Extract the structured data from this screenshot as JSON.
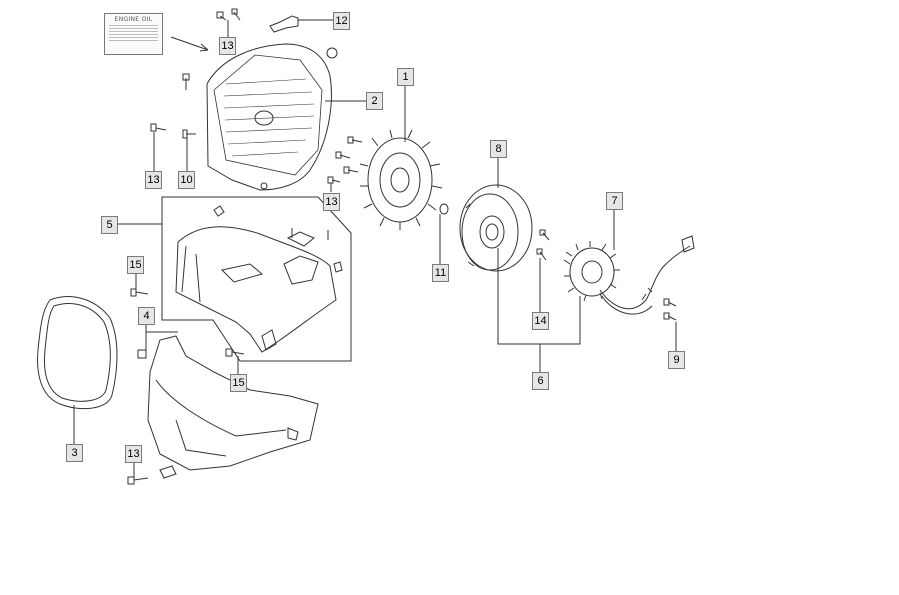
{
  "engine_oil_label": {
    "title": "ENGINE OIL"
  },
  "callouts": [
    {
      "id": "c1",
      "text": "1"
    },
    {
      "id": "c2",
      "text": "2"
    },
    {
      "id": "c3",
      "text": "3"
    },
    {
      "id": "c4",
      "text": "4"
    },
    {
      "id": "c5",
      "text": "5"
    },
    {
      "id": "c6",
      "text": "6"
    },
    {
      "id": "c7",
      "text": "7"
    },
    {
      "id": "c8",
      "text": "8"
    },
    {
      "id": "c9",
      "text": "9"
    },
    {
      "id": "c10",
      "text": "10"
    },
    {
      "id": "c11",
      "text": "11"
    },
    {
      "id": "c12",
      "text": "12"
    },
    {
      "id": "c13a",
      "text": "13"
    },
    {
      "id": "c13b",
      "text": "13"
    },
    {
      "id": "c13c",
      "text": "13"
    },
    {
      "id": "c13d",
      "text": "13"
    },
    {
      "id": "c14",
      "text": "14"
    },
    {
      "id": "c15a",
      "text": "15"
    },
    {
      "id": "c15b",
      "text": "15"
    }
  ],
  "colors": {
    "line": "#333333",
    "callout_fill": "#e6e6e6",
    "callout_border": "#7a7a7a"
  }
}
